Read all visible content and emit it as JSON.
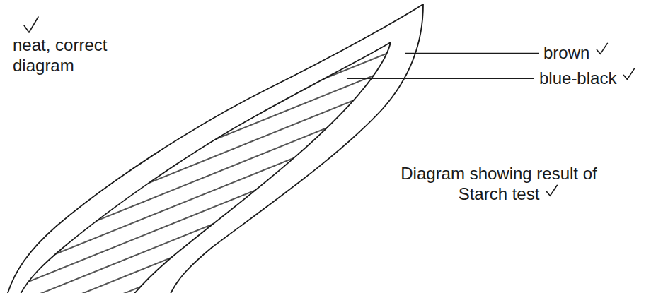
{
  "diagram": {
    "caption": "Diagram showing result of Starch test",
    "labels": [
      "brown",
      "blue-black",
      "neat, correct diagram"
    ]
  }
}
